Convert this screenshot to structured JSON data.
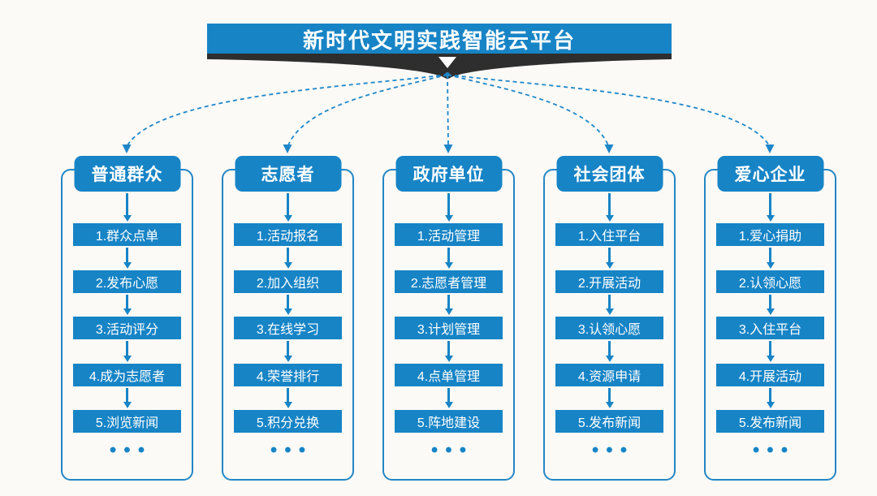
{
  "title": "新时代文明实践智能云平台",
  "ellipsis": "•••",
  "colors": {
    "primary_blue": "#1784c6",
    "frame_border_blue": "#2386c5",
    "dark_chevron": "#2e2e2e",
    "background": "#fbfaf7",
    "text_on_blue": "#ffffff"
  },
  "columns": [
    {
      "header": "普通群众",
      "steps": [
        "1.群众点单",
        "2.发布心愿",
        "3.活动评分",
        "4.成为志愿者",
        "5.浏览新闻"
      ]
    },
    {
      "header": "志愿者",
      "steps": [
        "1.活动报名",
        "2.加入组织",
        "3.在线学习",
        "4.荣誉排行",
        "5.积分兑换"
      ]
    },
    {
      "header": "政府单位",
      "steps": [
        "1.活动管理",
        "2.志愿者管理",
        "3.计划管理",
        "4.点单管理",
        "5.阵地建设"
      ]
    },
    {
      "header": "社会团体",
      "steps": [
        "1.入住平台",
        "2.开展活动",
        "3.认领心愿",
        "4.资源申请",
        "5.发布新闻"
      ]
    },
    {
      "header": "爱心企业",
      "steps": [
        "1.爱心捐助",
        "2.认领心愿",
        "3.入住平台",
        "4.开展活动",
        "5.发布新闻"
      ]
    }
  ]
}
